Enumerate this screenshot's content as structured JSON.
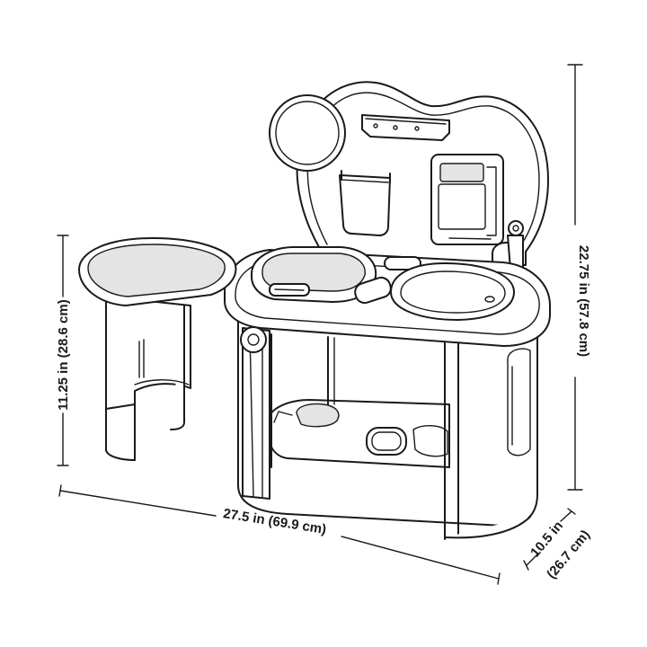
{
  "dimensions": {
    "width": "27.5 in (69.9 cm)",
    "total_height": "22.75 in (57.8 cm)",
    "seat_height": "11.25 in (28.6 cm)",
    "depth_line1": "10.5 in",
    "depth_line2": "(26.7 cm)"
  },
  "colors": {
    "line": "#1a1a1a",
    "fill": "#ffffff",
    "shade": "#e4e4e4"
  }
}
